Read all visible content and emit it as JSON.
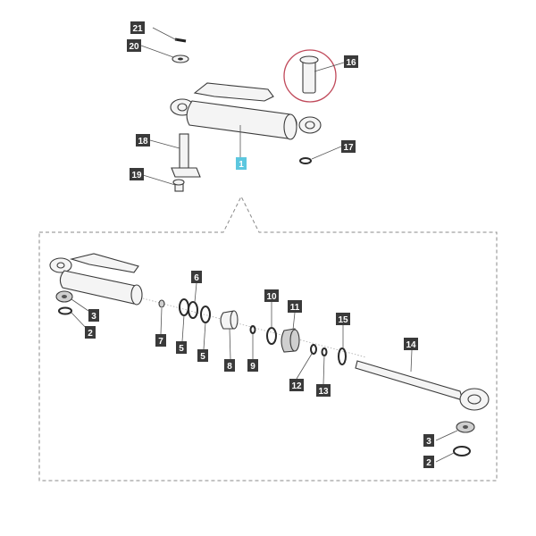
{
  "callouts": [
    {
      "label": "21",
      "color": "#3a3a3a"
    },
    {
      "label": "20",
      "color": "#3a3a3a"
    },
    {
      "label": "16",
      "color": "#3a3a3a"
    },
    {
      "label": "18",
      "color": "#3a3a3a"
    },
    {
      "label": "1",
      "color": "#5cc7df"
    },
    {
      "label": "17",
      "color": "#3a3a3a"
    },
    {
      "label": "19",
      "color": "#3a3a3a"
    },
    {
      "label": "6",
      "color": "#3a3a3a"
    },
    {
      "label": "10",
      "color": "#3a3a3a"
    },
    {
      "label": "11",
      "color": "#3a3a3a"
    },
    {
      "label": "15",
      "color": "#3a3a3a"
    },
    {
      "label": "14",
      "color": "#3a3a3a"
    },
    {
      "label": "3",
      "color": "#3a3a3a"
    },
    {
      "label": "2",
      "color": "#3a3a3a"
    },
    {
      "label": "7",
      "color": "#3a3a3a"
    },
    {
      "label": "5",
      "color": "#3a3a3a"
    },
    {
      "label": "5",
      "color": "#3a3a3a"
    },
    {
      "label": "8",
      "color": "#3a3a3a"
    },
    {
      "label": "9",
      "color": "#3a3a3a"
    },
    {
      "label": "12",
      "color": "#3a3a3a"
    },
    {
      "label": "13",
      "color": "#3a3a3a"
    },
    {
      "label": "3",
      "color": "#3a3a3a"
    },
    {
      "label": "2",
      "color": "#3a3a3a"
    }
  ],
  "colors": {
    "callout_bg": "#3a3a3a",
    "callout_highlight": "#5cc7df",
    "highlight_circle": "#c0495a",
    "outline": "#3a3a3a"
  }
}
